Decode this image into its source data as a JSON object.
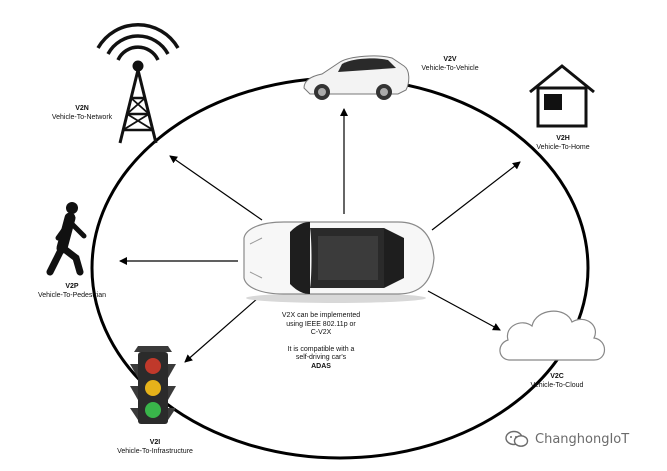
{
  "nodes": {
    "v2v": {
      "abbr": "V2V",
      "full": "Vehicle-To-Vehicle"
    },
    "v2n": {
      "abbr": "V2N",
      "full": "Vehicle-To-Network"
    },
    "v2h": {
      "abbr": "V2H",
      "full": "Vehicle-To-Home"
    },
    "v2p": {
      "abbr": "V2P",
      "full": "Vehicle-To-Pedestrian"
    },
    "v2c": {
      "abbr": "V2C",
      "full": "Vehicle-To-Cloud"
    },
    "v2i": {
      "abbr": "V2I",
      "full": "Vehicle-To-Infrastructure"
    }
  },
  "center_note": {
    "line1": "V2X can be implemented",
    "line2": "using IEEE 802.11p or",
    "line3": "C-V2X",
    "line4": "It is compatible with a",
    "line5": "self-driving car's",
    "line6": "ADAS"
  },
  "watermark": {
    "text": "ChanghongIoT"
  },
  "colors": {
    "ring": "#000000",
    "traffic_light_red": "#c0392b",
    "traffic_light_amber": "#e6b21a",
    "traffic_light_green": "#39b54a",
    "watermark": "#6b6b6b"
  }
}
